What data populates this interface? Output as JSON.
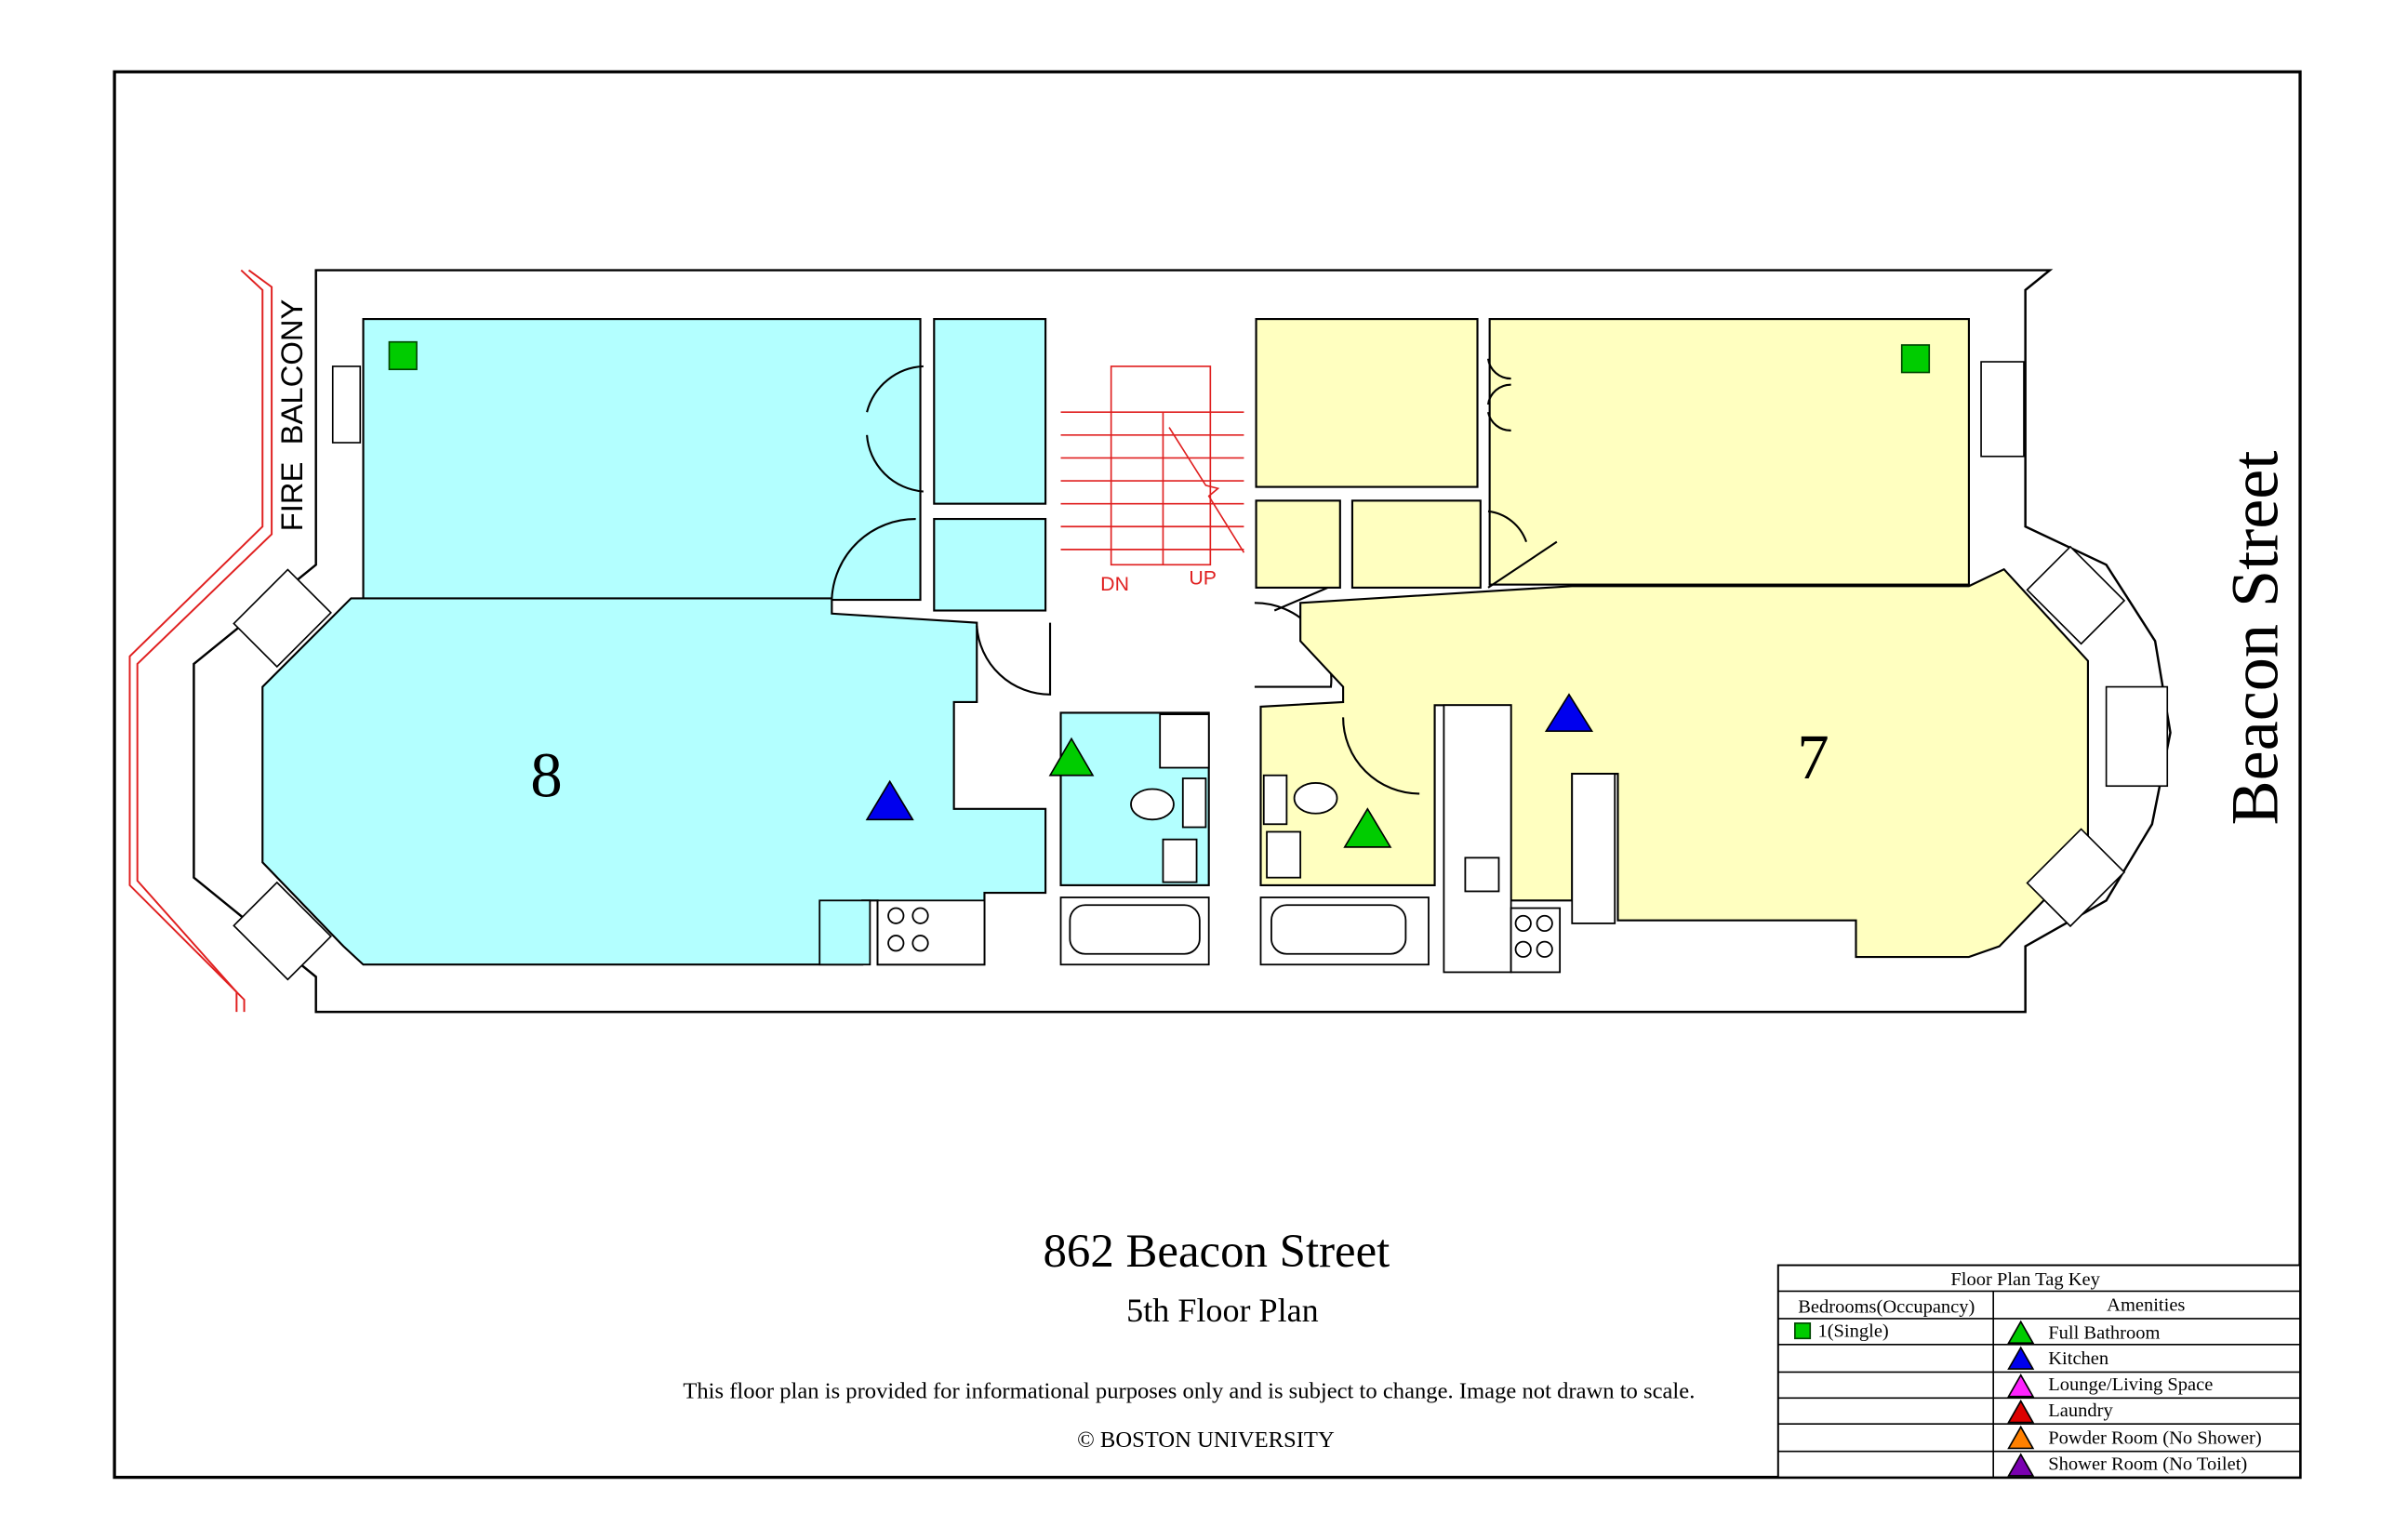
{
  "plan": {
    "street_label": "Beacon Street",
    "balcony_label": "FIRE  BALCONY",
    "units": [
      {
        "number": "8",
        "color": "#b3ffff"
      },
      {
        "number": "7",
        "color": "#ffffc0"
      }
    ],
    "stairs": {
      "down": "DN",
      "up": "UP",
      "color": "#e02020"
    }
  },
  "footer": {
    "title": "862 Beacon Street",
    "subtitle": "5th Floor Plan",
    "disclaimer": "This floor plan is provided for informational purposes only and is subject to change. Image not drawn to scale.",
    "copyright": "© BOSTON UNIVERSITY"
  },
  "legend": {
    "title": "Floor Plan Tag Key",
    "bedrooms_header": "Bedrooms(Occupancy)",
    "amenities_header": "Amenities",
    "bedrooms": [
      {
        "label": "1(Single)",
        "color": "#00cc00"
      }
    ],
    "amenities": [
      {
        "label": "Full Bathroom",
        "color": "#00cc00"
      },
      {
        "label": "Kitchen",
        "color": "#0000ee"
      },
      {
        "label": "Lounge/Living Space",
        "color": "#ff22ff"
      },
      {
        "label": "Laundry",
        "color": "#dd0000"
      },
      {
        "label": "Powder Room (No Shower)",
        "color": "#ff8000"
      },
      {
        "label": "Shower Room (No Toilet)",
        "color": "#7a00b0"
      }
    ]
  }
}
